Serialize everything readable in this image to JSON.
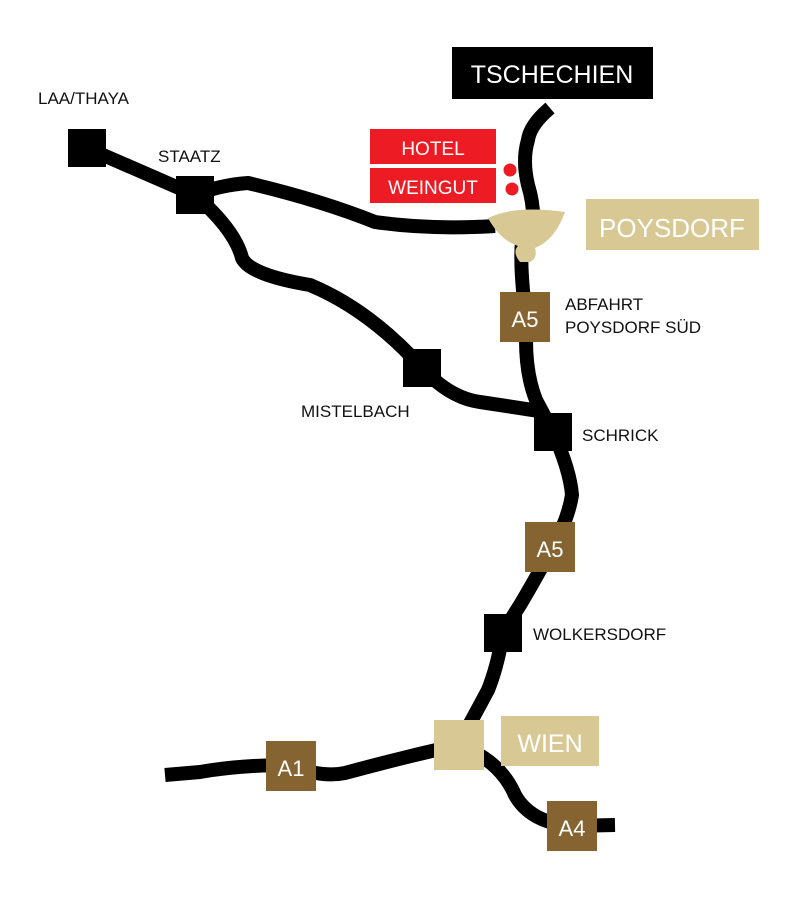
{
  "colors": {
    "road": "#000000",
    "hotel": "#ed1c24",
    "city": "#d8c994",
    "motorway": "#856432"
  },
  "places": {
    "tschechien": "TSCHECHIEN",
    "laa": "LAA/THAYA",
    "staatz": "STAATZ",
    "hotel": "HOTEL",
    "weingut": "WEINGUT",
    "poysdorf": "POYSDORF",
    "abfahrt_line1": "ABFAHRT",
    "abfahrt_line2": "POYSDORF SÜD",
    "mistelbach": "MISTELBACH",
    "schrick": "SCHRICK",
    "wolkersdorf": "WOLKERSDORF",
    "wien": "WIEN"
  },
  "motorways": {
    "a5_north": "A5",
    "a5_south": "A5",
    "a1": "A1",
    "a4": "A4"
  }
}
